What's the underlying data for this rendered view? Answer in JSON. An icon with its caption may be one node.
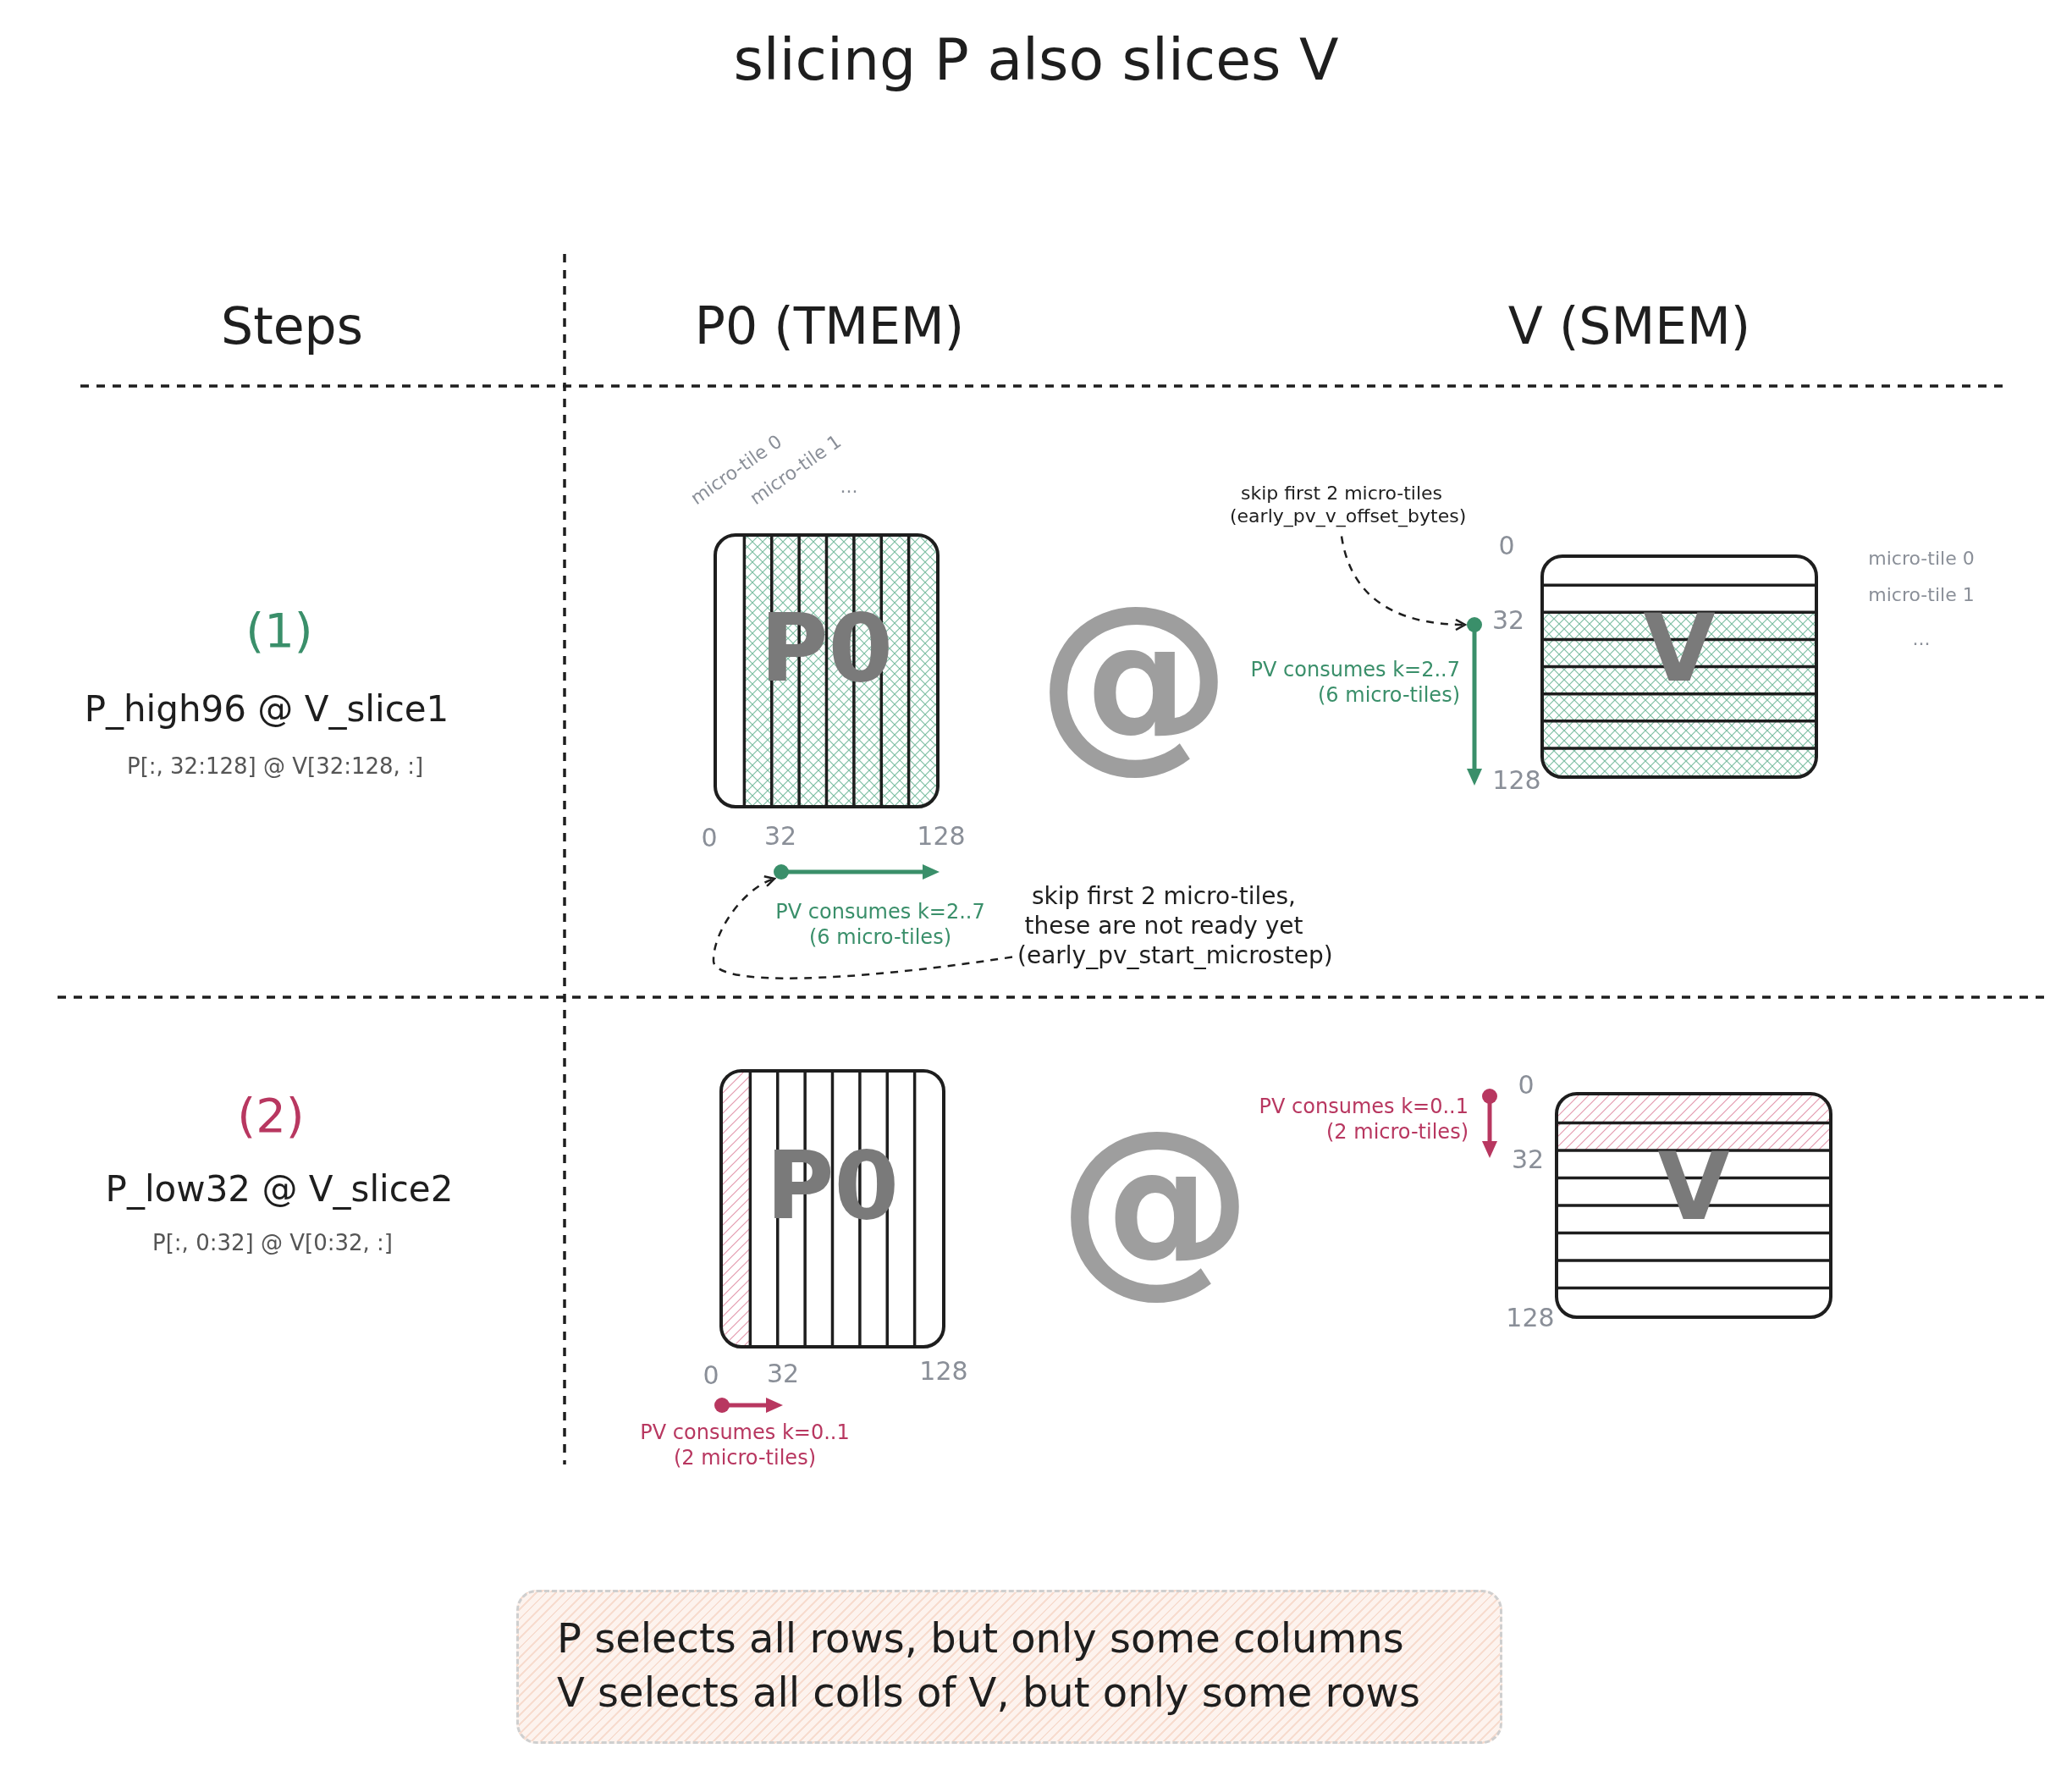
{
  "diagram": {
    "title": "slicing P also slices V",
    "nodes": [
      {
        "text": [
          "P0"
        ]
      },
      {
        "text": [
          "skip first 2 micro-tiles (early_pv_v_offset_bytes)"
        ]
      },
      {
        "text": [
          "V"
        ]
      },
      {
        "text": [
          "skip first 2 micro-tiles, these are not ready yet (early_pv_start_microstep)"
        ]
      },
      {
        "text": [
          "P0"
        ]
      },
      {
        "text": [
          "V"
        ]
      },
      {
        "text": [
          "P selects all rows, but only some columns",
          "V selects all colls of V, but only some rows"
        ]
      },
      {
        "text": [],
        "shape": "circle"
      },
      {
        "text": [],
        "shape": "circle"
      }
    ],
    "edges": [
      {
        "from": 1,
        "to": 7,
        "arrow": "to",
        "style": "dashed"
      },
      {
        "from": 3,
        "to": 8,
        "arrow": "to",
        "style": "dashed"
      }
    ],
    "labels": [
      "Steps",
      "P0 (TMEM)",
      "V (SMEM)",
      "(1)",
      "P_high96 @ V_slice1",
      "P[:, 32:128] @ V[32:128, :]",
      "micro-tile 0",
      "micro-tile 1",
      "...",
      "0",
      "micro-tile 0",
      "micro-tile 1",
      "32",
      "...",
      "PV consumes k=2..7 (6 micro-tiles)",
      "@",
      "128",
      "0",
      "32",
      "128",
      "PV consumes k=2..7 (6 micro-tiles)",
      "(2)",
      "P_low32 @ V_slice2",
      "P[:, 0:32] @ V[0:32, :]",
      "0",
      "PV consumes k=0..1 (2 micro-tiles)",
      "32",
      "@",
      "128",
      "0",
      "32",
      "128",
      "PV consumes k=0..1 (2 micro-tiles)"
    ]
  }
}
